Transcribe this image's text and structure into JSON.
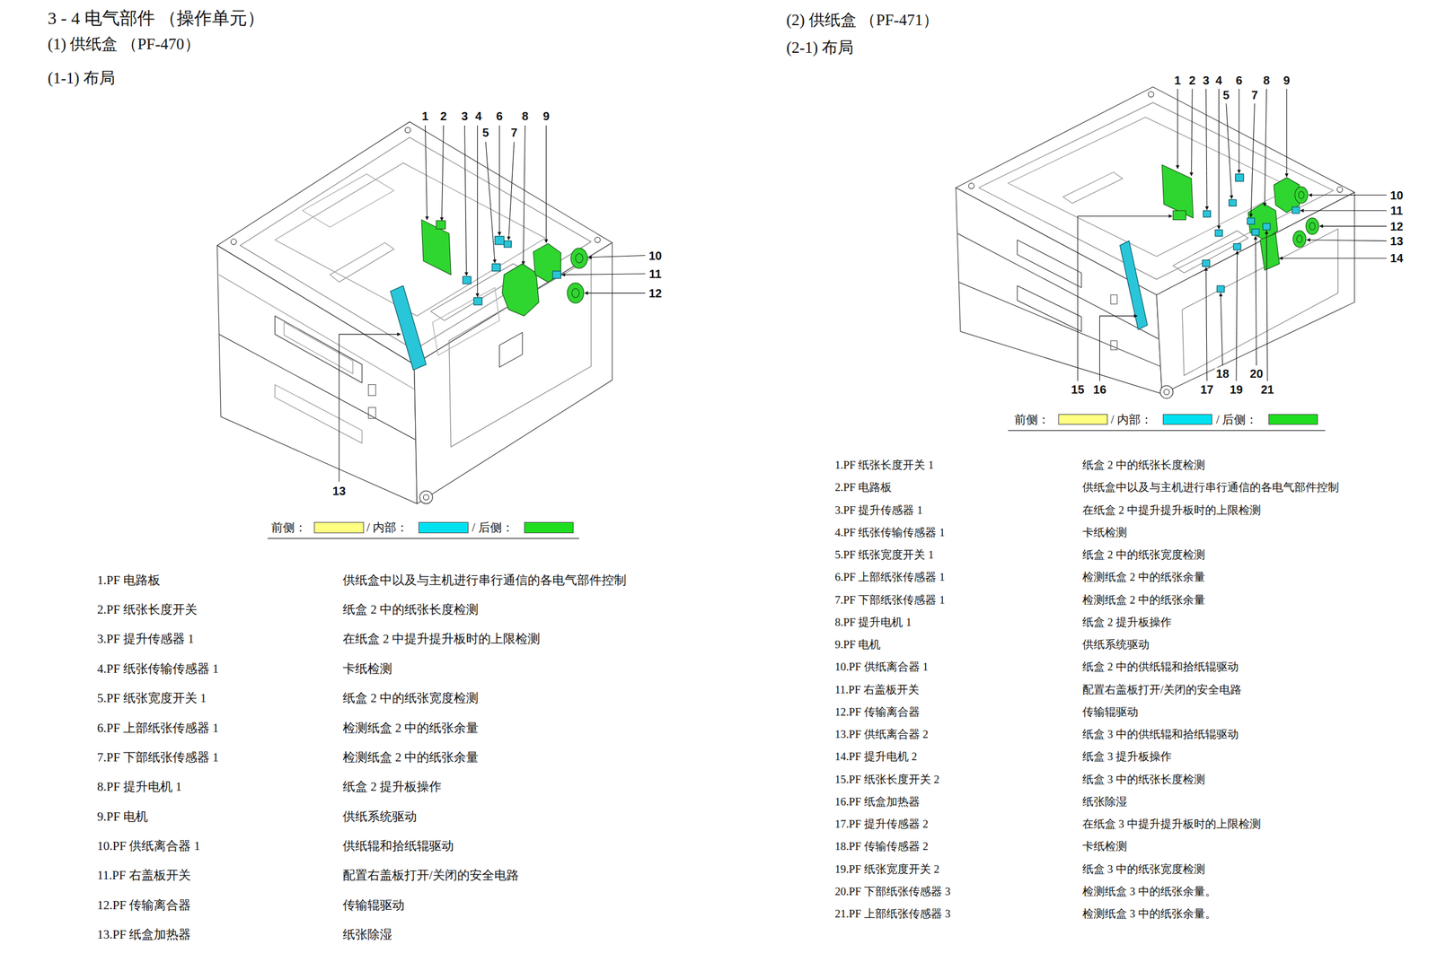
{
  "diagram": {
    "title": "3 - 4 电气部件 （操作单元）",
    "labels": [
      "(1) 供纸盒 （PF-470）",
      "(1-1) 布局",
      "1",
      "2",
      "3",
      "4",
      "5",
      "6",
      "7",
      "8",
      "9",
      "10",
      "11",
      "12",
      "13",
      "1.PF 电路板",
      "供纸盒中以及与主机进行串行通信的各电气部件控制",
      "2.PF 纸张长度开关",
      "纸盒 2 中的纸张长度检测",
      "3.PF 提升传感器 1",
      "在纸盒 2 中提升提升板时的上限检测",
      "4.PF 纸张传输传感器 1",
      "卡纸检测",
      "5.PF 纸张宽度开关 1",
      "纸盒 2 中的纸张宽度检测",
      "6.PF 上部纸张传感器 1",
      "检测纸盒 2 中的纸张余量",
      "7.PF 下部纸张传感器 1",
      "检测纸盒 2 中的纸张余量",
      "8.PF 提升电机 1",
      "纸盒 2 提升板操作",
      "9.PF 电机",
      "供纸系统驱动",
      "10.PF 供纸离合器 1",
      "供纸辊和拾纸辊驱动",
      "11.PF 右盖板开关",
      "配置右盖板打开/关闭的安全电路",
      "12.PF 传输离合器",
      "传输辊驱动",
      "13.PF 纸盒加热器",
      "纸张除湿",
      "(2) 供纸盒 （PF-471）",
      "(2-1) 布局",
      "1",
      "2",
      "3",
      "4",
      "5",
      "6",
      "7",
      "8",
      "9",
      "10",
      "11",
      "12",
      "13",
      "14",
      "15",
      "16",
      "17",
      "18",
      "19",
      "20",
      "21",
      "1.PF 纸张长度开关 1",
      "纸盒 2 中的纸张长度检测",
      "2.PF 电路板",
      "供纸盒中以及与主机进行串行通信的各电气部件控制",
      "3.PF 提升传感器 1",
      "在纸盒 2 中提升提升板时的上限检测",
      "4.PF 纸张传输传感器 1",
      "卡纸检测",
      "5.PF 纸张宽度开关 1",
      "纸盒 2 中的纸张宽度检测",
      "6.PF 上部纸张传感器 1",
      "检测纸盒 2 中的纸张余量",
      "7.PF 下部纸张传感器 1",
      "检测纸盒 2 中的纸张余量",
      "8.PF 提升电机 1",
      "纸盒 2 提升板操作",
      "9.PF 电机",
      "供纸系统驱动",
      "10.PF 供纸离合器 1",
      "纸盒 2 中的供纸辊和拾纸辊驱动",
      "11.PF 右盖板开关",
      "配置右盖板打开/关闭的安全电路",
      "12.PF 传输离合器",
      "传输辊驱动",
      "13.PF 供纸离合器 2",
      "纸盒 3 中的供纸辊和拾纸辊驱动",
      "14.PF 提升电机 2",
      "纸盒 3 提升板操作",
      "15.PF 纸张长度开关 2",
      "纸盒 3 中的纸张长度检测",
      "16.PF 纸盒加热器",
      "纸张除湿",
      "17.PF 提升传感器 2",
      "在纸盒 3 中提升提升板时的上限检测",
      "18.PF 传输传感器 2",
      "卡纸检测",
      "19.PF 纸张宽度开关 2",
      "纸盒 3 中的纸张宽度检测",
      "20.PF 下部纸张传感器 3",
      "检测纸盒 3 中的纸张余量。",
      "21.PF 上部纸张传感器 3",
      "检测纸盒 3 中的纸张余量。"
    ],
    "legend": [
      {
        "text": "前侧：",
        "color": "#ffff80"
      },
      {
        "text": "/ 内部：",
        "color": "#00e1f0"
      },
      {
        "text": "/ 后侧：",
        "color": "#1fdd1f"
      },
      {
        "text": "前侧：",
        "color": "#ffff80"
      },
      {
        "text": "/ 内部：",
        "color": "#00e1f0"
      },
      {
        "text": "/ 后侧：",
        "color": "#1fdd1f"
      }
    ]
  }
}
